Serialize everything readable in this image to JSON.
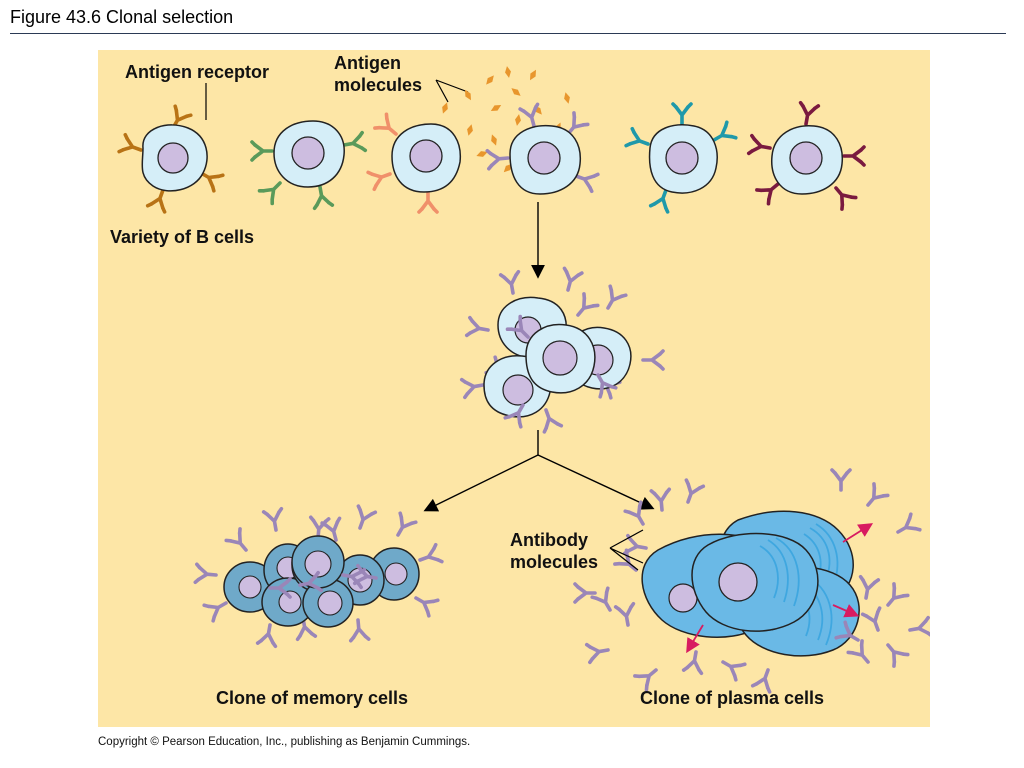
{
  "figure": {
    "title": "Figure 43.6  Clonal selection"
  },
  "labels": {
    "antigen_receptor": "Antigen receptor",
    "antigen_molecules_1": "Antigen",
    "antigen_molecules_2": "molecules",
    "variety": "Variety of B cells",
    "antibody_1": "Antibody",
    "antibody_2": "molecules",
    "memory": "Clone of memory cells",
    "plasma": "Clone of plasma cells"
  },
  "copyright": "Copyright © Pearson Education, Inc., publishing as Benjamin Cummings.",
  "colors": {
    "background": "#fde6a6",
    "b_cell": "#d5eef8",
    "nucleus": "#cdbde0",
    "memory_cell": "#6fa9c9",
    "plasma_cell": "#6ab9e6",
    "antigen": "#e8962d",
    "selected_receptor": "#9a86b8",
    "secretion_arrow": "#d81b60",
    "receptor_variants": [
      "#b87316",
      "#5a9a5a",
      "#f0906a",
      "#9a86b8",
      "#1f99aa",
      "#7a1a3f"
    ]
  }
}
